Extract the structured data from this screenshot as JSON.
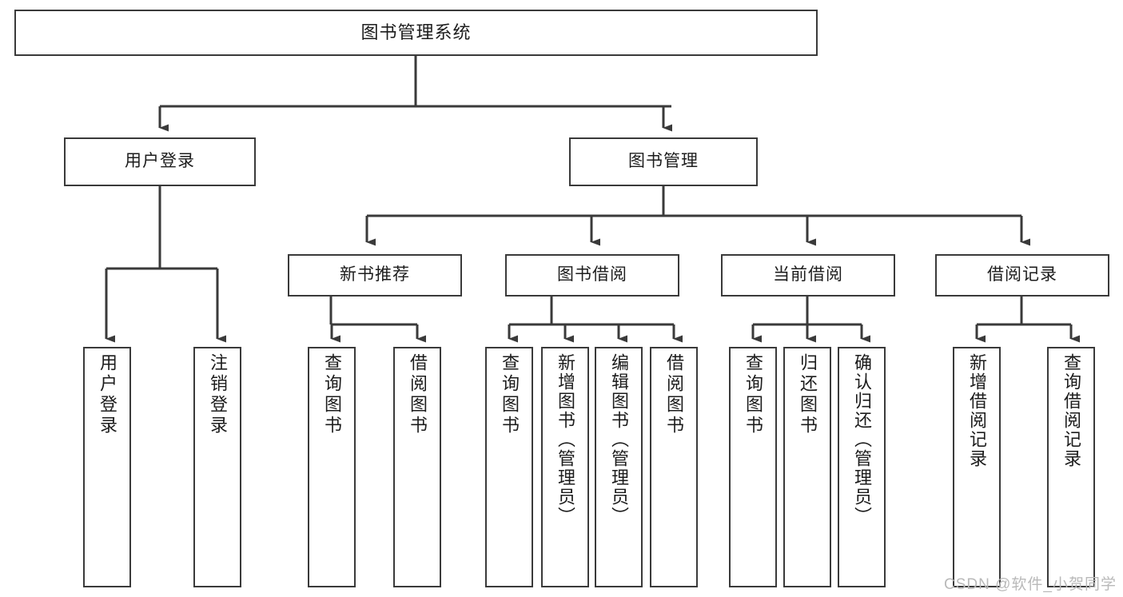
{
  "diagram": {
    "title": "图书管理系统",
    "watermark": "CSDN @软件_小贺同学",
    "line_color": "#3a3a3a",
    "box_fill": "#ffffff",
    "text_color": "#1c1c1c",
    "watermark_color": "#b9b9b9",
    "root": {
      "label": "图书管理系统"
    },
    "level2": [
      {
        "label": "用户登录"
      },
      {
        "label": "图书管理"
      }
    ],
    "level3": [
      {
        "label": "新书推荐"
      },
      {
        "label": "图书借阅"
      },
      {
        "label": "当前借阅"
      },
      {
        "label": "借阅记录"
      }
    ],
    "leaves": {
      "user_login": [
        {
          "label": "用户登录"
        },
        {
          "label": "注销登录"
        }
      ],
      "new_book": [
        {
          "label": "查询图书"
        },
        {
          "label": "借阅图书"
        }
      ],
      "book_borrow": [
        {
          "label": "查询图书"
        },
        {
          "label": "新增图书（管理员）"
        },
        {
          "label": "编辑图书（管理员）"
        },
        {
          "label": "借阅图书"
        }
      ],
      "current_borrow": [
        {
          "label": "查询图书"
        },
        {
          "label": "归还图书"
        },
        {
          "label": "确认归还（管理员）"
        }
      ],
      "borrow_record": [
        {
          "label": "新增借阅记录"
        },
        {
          "label": "查询借阅记录"
        }
      ]
    }
  }
}
